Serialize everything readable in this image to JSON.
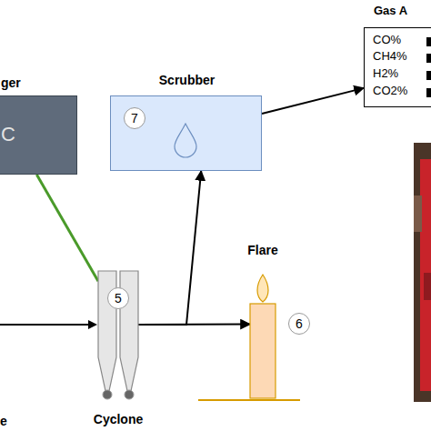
{
  "diagram": {
    "nodes": [
      {
        "text": [
          "ger",
          "C"
        ]
      },
      {
        "text": [
          "Scrubber",
          "7"
        ]
      },
      {
        "text": [
          "Gas A",
          "CO%",
          "CH4%",
          "H2%",
          "CO2%"
        ]
      },
      {
        "text": [
          "Cyclone",
          "5"
        ]
      },
      {
        "text": [
          "Flare",
          "6"
        ]
      }
    ],
    "edges": [
      {
        "from": 0,
        "to": 3,
        "arrow": "none"
      },
      {
        "from": 3,
        "to": 1,
        "arrow": "to"
      },
      {
        "from": 3,
        "to": 4,
        "arrow": "to"
      },
      {
        "from": 1,
        "to": 2,
        "arrow": "to"
      }
    ],
    "labels": [
      "e"
    ]
  }
}
